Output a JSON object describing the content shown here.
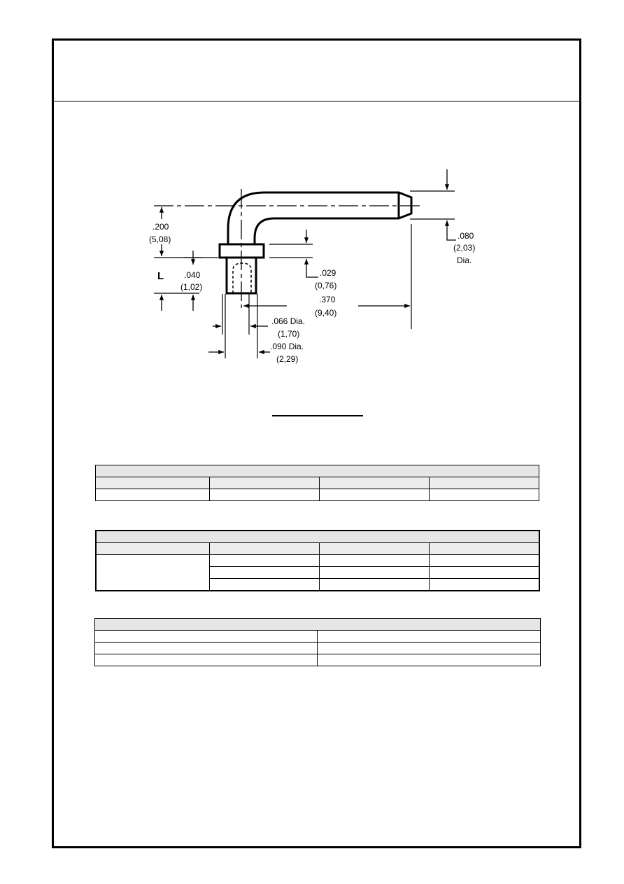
{
  "drawing": {
    "dimensions": {
      "d200": {
        "in": ".200",
        "mm": "(5,08)"
      },
      "length": {
        "label": "L"
      },
      "d040": {
        "in": ".040",
        "mm": "(1,02)"
      },
      "d029": {
        "in": ".029",
        "mm": "(0,76)"
      },
      "d370": {
        "in": ".370",
        "mm": "(9,40)"
      },
      "d066": {
        "in": ".066 Dia.",
        "mm": "(1,70)"
      },
      "d090": {
        "in": ".090 Dia.",
        "mm": "(2,29)"
      },
      "d080": {
        "in": ".080",
        "mm": "(2,03)",
        "suffix": "Dia."
      }
    }
  },
  "tables": {
    "table1": {
      "columns": 4,
      "rows": [
        "header",
        "subheader",
        "data"
      ]
    },
    "table2": {
      "columns": 4,
      "rows": [
        "header",
        "subheader",
        "data",
        "data",
        "data"
      ]
    },
    "table3": {
      "columns": 2,
      "rows": [
        "header",
        "data",
        "data",
        "data"
      ]
    }
  }
}
